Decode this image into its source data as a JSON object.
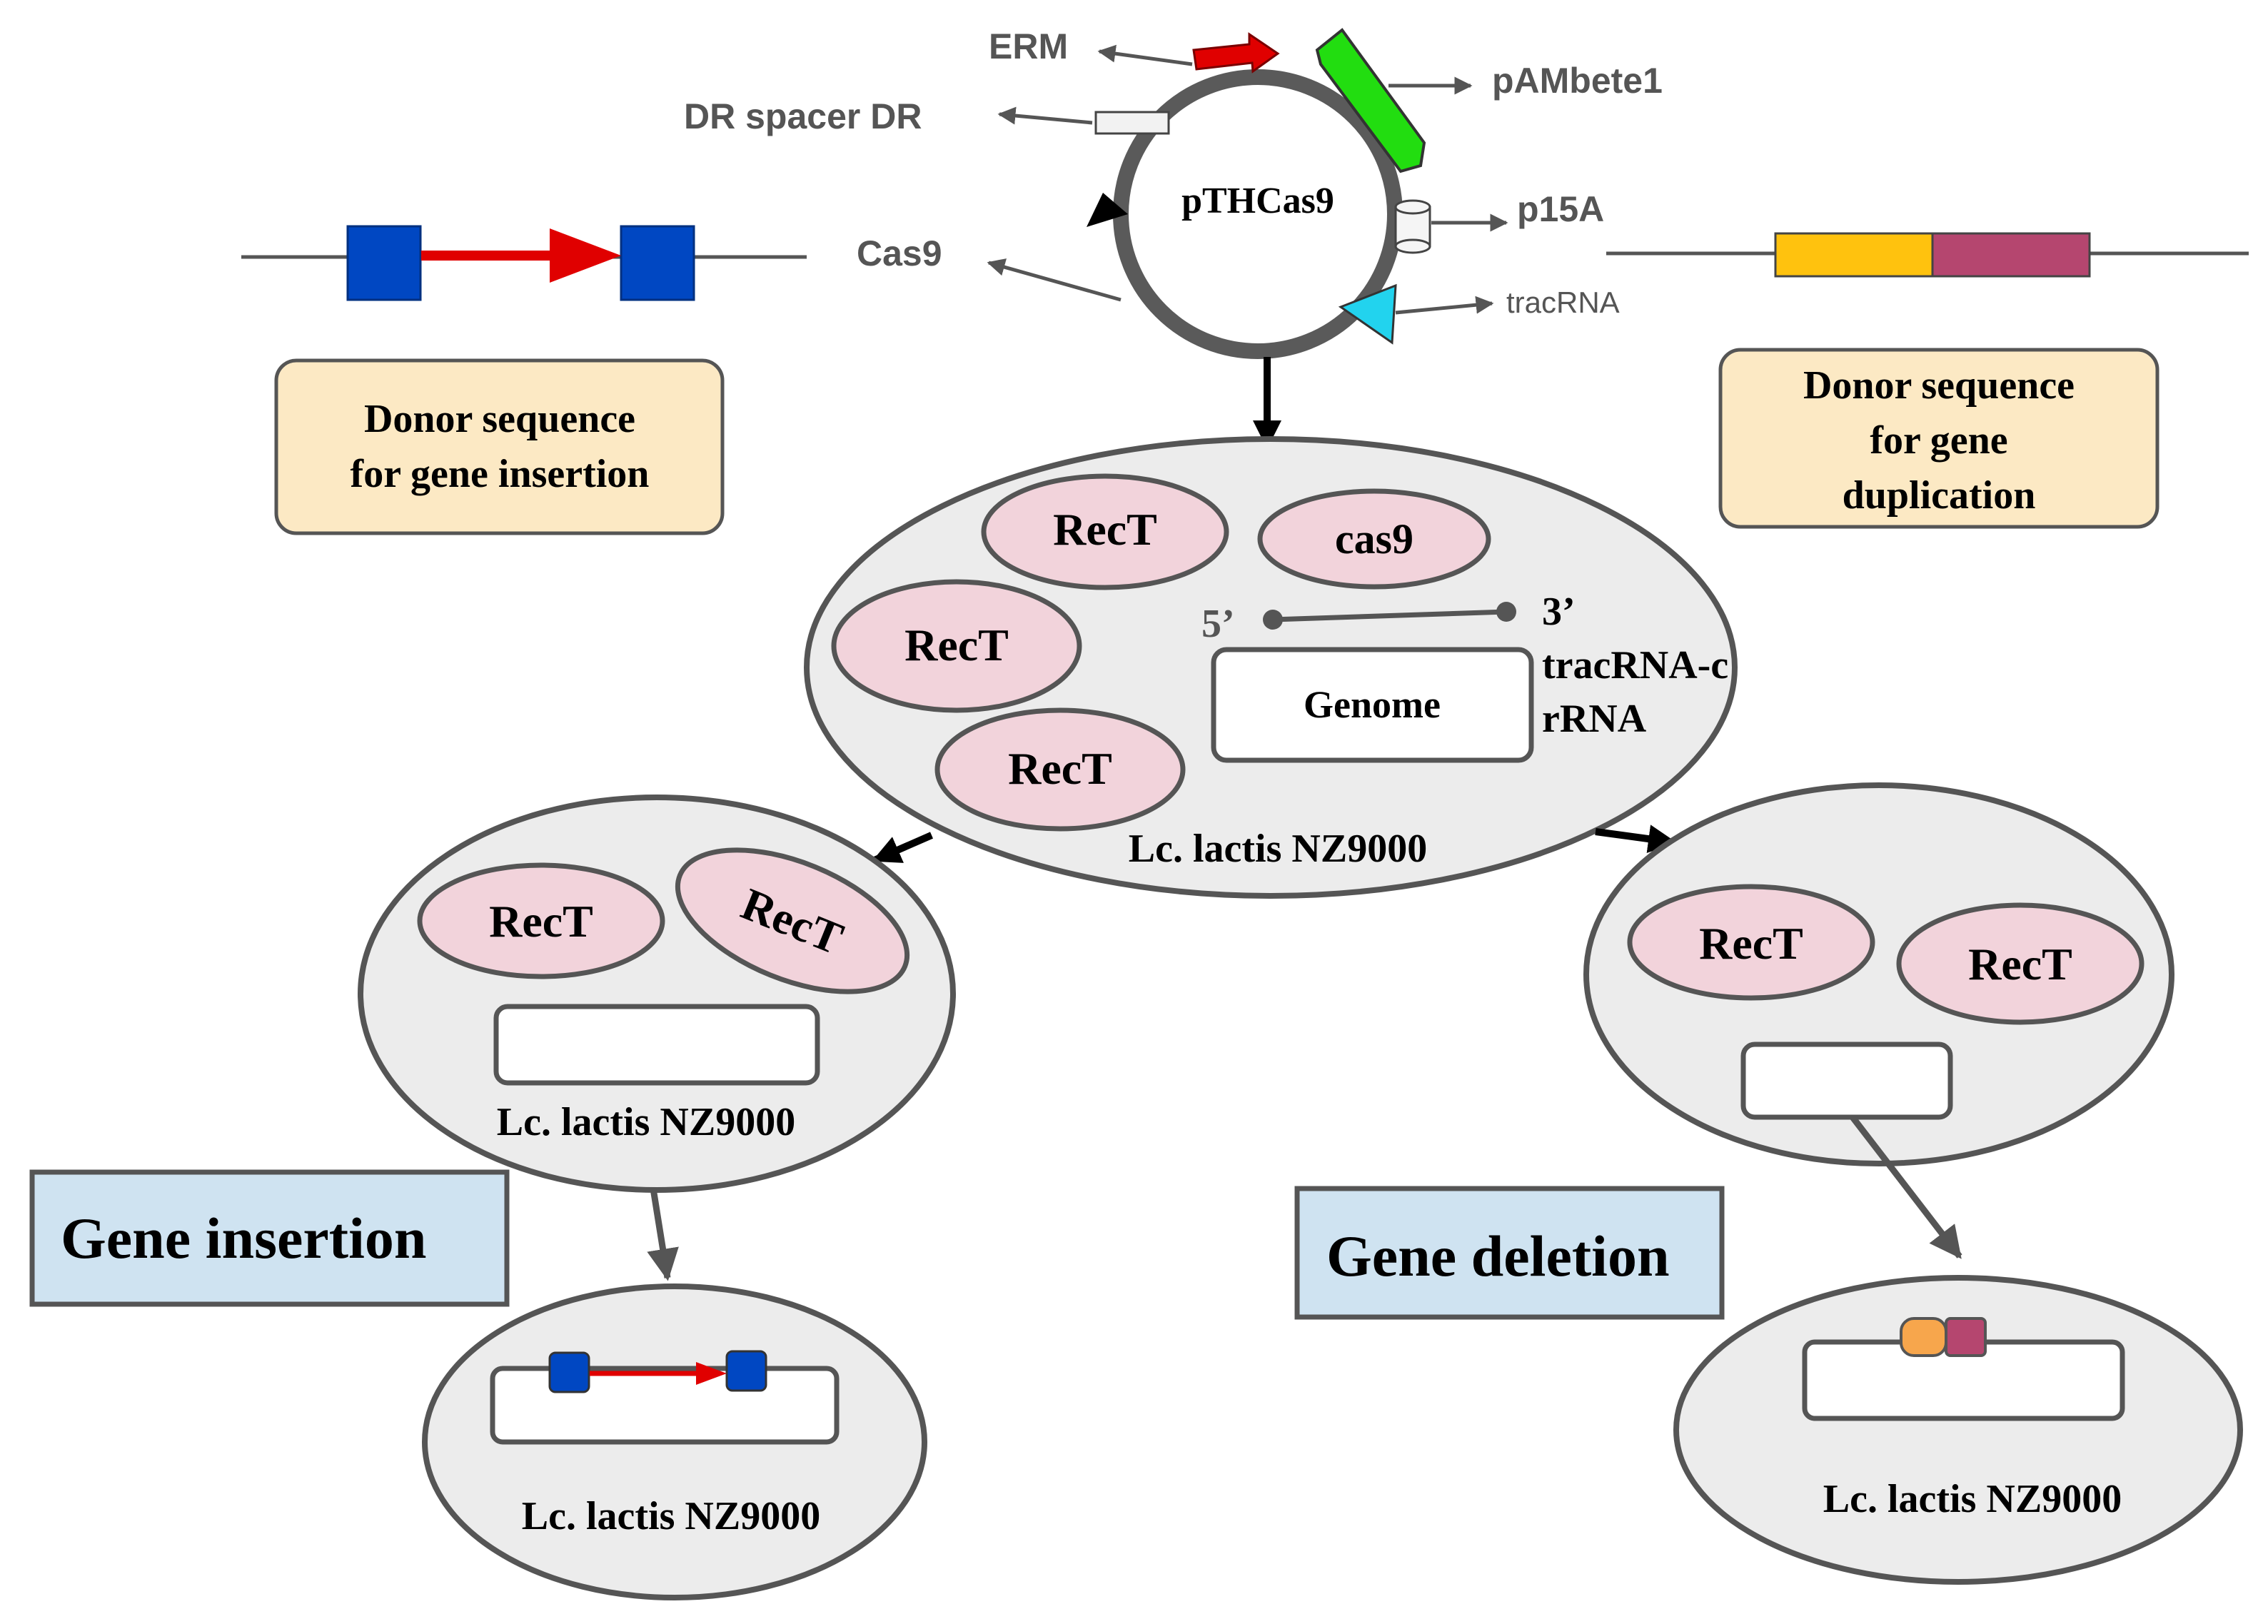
{
  "plasmid": {
    "name": "pTHCas9",
    "labels": {
      "erm": "ERM",
      "pambete1": "pAMbete1",
      "dr_spacer": "DR spacer DR",
      "p15a": "p15A",
      "cas9": "Cas9",
      "tracrna": "tracRNA"
    }
  },
  "donor_insertion": {
    "text_line1": "Donor sequence",
    "text_line2": "for gene insertion"
  },
  "donor_duplication": {
    "text_line1": "Donor sequence",
    "text_line2": "for gene",
    "text_line3": "duplication"
  },
  "main_cell": {
    "rect_1": "RecT",
    "rect_2": "RecT",
    "rect_3": "RecT",
    "cas9": "cas9",
    "five_prime": "5’",
    "three_prime": "3’",
    "tracrna_crrna_line1": "tracRNA-c",
    "tracrna_crrna_line2": "rRNA",
    "genome": "Genome",
    "strain": "Lc. lactis NZ9000"
  },
  "left_cell": {
    "rect_1": "RecT",
    "rect_2": "RecT",
    "strain": "Lc. lactis NZ9000"
  },
  "right_cell": {
    "rect_1": "RecT",
    "rect_2": "RecT"
  },
  "bottom_left_cell": {
    "strain": "Lc. lactis NZ9000"
  },
  "bottom_right_cell": {
    "strain": "Lc. lactis NZ9000"
  },
  "labels": {
    "gene_insertion": "Gene insertion",
    "gene_deletion": "Gene deletion"
  },
  "colors": {
    "blue_block": "#0047c2",
    "red_arrow": "#e00000",
    "yellow_block": "#ffc20e",
    "magenta_block": "#b5466f",
    "green_gene": "#22dd10",
    "cyan_gene": "#22d3ee",
    "cell_fill": "#ececec",
    "rect_fill": "#f2d3db",
    "donor_box_fill": "#fce9c4",
    "label_box_fill": "#cfe3f1",
    "outline": "#555555"
  }
}
